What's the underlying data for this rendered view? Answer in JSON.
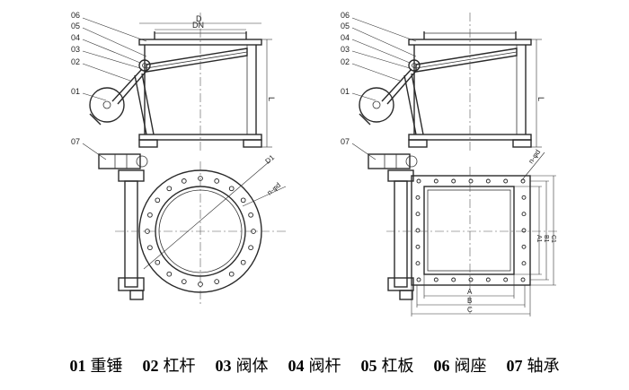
{
  "left_view": {
    "callouts": [
      "06",
      "05",
      "04",
      "03",
      "02",
      "01",
      "07"
    ],
    "dims": {
      "outer": "D",
      "inner": "DN",
      "length": "L",
      "bolt_circle": "D1",
      "holes": "n-φd"
    }
  },
  "right_view": {
    "callouts": [
      "06",
      "05",
      "04",
      "03",
      "02",
      "01",
      "07"
    ],
    "dims": {
      "length": "L",
      "holes": "n-φd",
      "a": "A",
      "b": "B",
      "c": "C",
      "a1": "A1",
      "b1": "B1",
      "c1": "C1"
    }
  },
  "legend": [
    {
      "num": "01",
      "label": "重锤"
    },
    {
      "num": "02",
      "label": "杠杆"
    },
    {
      "num": "03",
      "label": "阀体"
    },
    {
      "num": "04",
      "label": "阀杆"
    },
    {
      "num": "05",
      "label": "杠板"
    },
    {
      "num": "06",
      "label": "阀座"
    },
    {
      "num": "07",
      "label": "轴承"
    }
  ]
}
